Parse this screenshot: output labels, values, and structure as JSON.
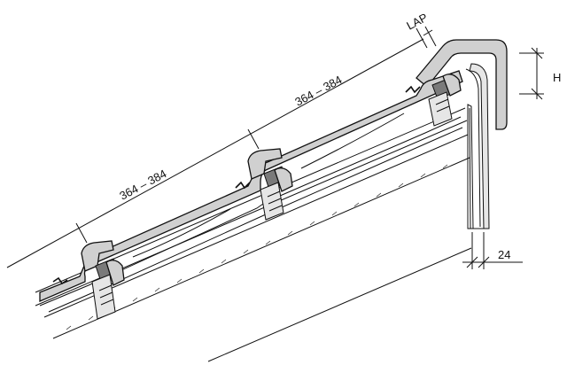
{
  "dimensions": {
    "spacing_lower": "364 – 384",
    "spacing_upper": "364 – 384",
    "lap": "LAP",
    "height": "H",
    "thickness": "24"
  }
}
